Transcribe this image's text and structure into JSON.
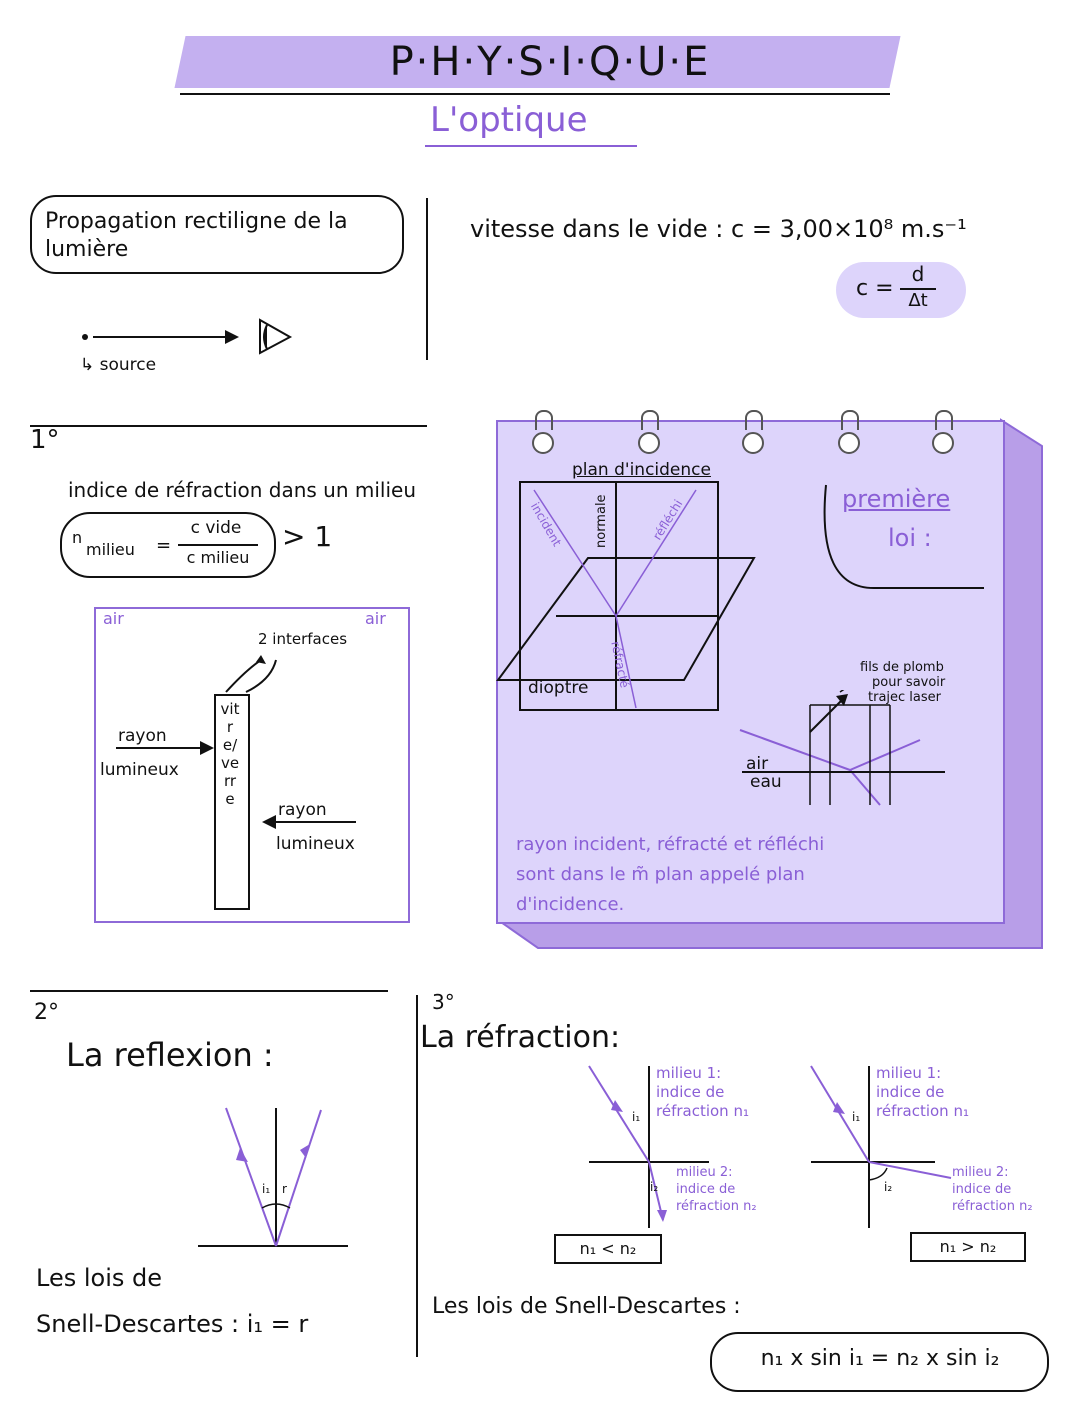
{
  "header": {
    "title": "P·H·Y·S·I·Q·U·E",
    "subtitle": "L'optique"
  },
  "section_propagation": {
    "heading": "Propagation rectiligne de la lumière",
    "source_label": "↳ source"
  },
  "speed": {
    "text": "vitesse dans le vide : c = 3,00×10⁸ m.s⁻¹",
    "formula_lhs": "c =",
    "formula_num": "d",
    "formula_den": "Δt"
  },
  "section1": {
    "number": "1°",
    "heading": "indice de réfraction dans un milieu",
    "n_label": "n",
    "n_sub": "milieu",
    "frac_num": "c vide",
    "frac_den": "c milieu",
    "gt1": "> 1",
    "diagram": {
      "air_left": "air",
      "air_right": "air",
      "interfaces": "2 interfaces",
      "rayon1_a": "rayon",
      "rayon1_b": "lumineux",
      "glass": "vitre/verre",
      "rayon2_a": "rayon",
      "rayon2_b": "lumineux"
    }
  },
  "notepad": {
    "plan_label": "plan d'incidence",
    "normale": "normale",
    "incident": "incident",
    "reflechi": "réfléchi",
    "refracte": "réfracté",
    "dioptre": "dioptre",
    "premiere": "première",
    "loi": "loi :",
    "plomb1": "fils de plomb",
    "plomb2": "pour savoir",
    "plomb3": "trajec laser",
    "air": "air",
    "eau": "eau",
    "note1": "rayon incident, réfracté et réfléchi",
    "note2": "sont dans le m̃ plan appelé plan",
    "note3": "d'incidence."
  },
  "section2": {
    "number": "2°",
    "heading": "La reflexion :",
    "i1": "i₁",
    "r": "r",
    "law1": "Les lois de",
    "law2": "Snell-Descartes : i₁ = r"
  },
  "section3": {
    "number": "3°",
    "heading": "La réfraction:",
    "m1a": "milieu 1:",
    "m1b": "indice de",
    "m1c": "réfraction n₁",
    "m2a": "milieu 2:",
    "m2b": "indice de",
    "m2c": "réfraction n₂",
    "i1": "i₁",
    "i2": "i₂",
    "cmp1": "n₁ < n₂",
    "cmp2": "n₁ > n₂",
    "law": "Les lois de Snell-Descartes :",
    "formula": "n₁ x sin i₁ = n₂ x sin i₂"
  }
}
